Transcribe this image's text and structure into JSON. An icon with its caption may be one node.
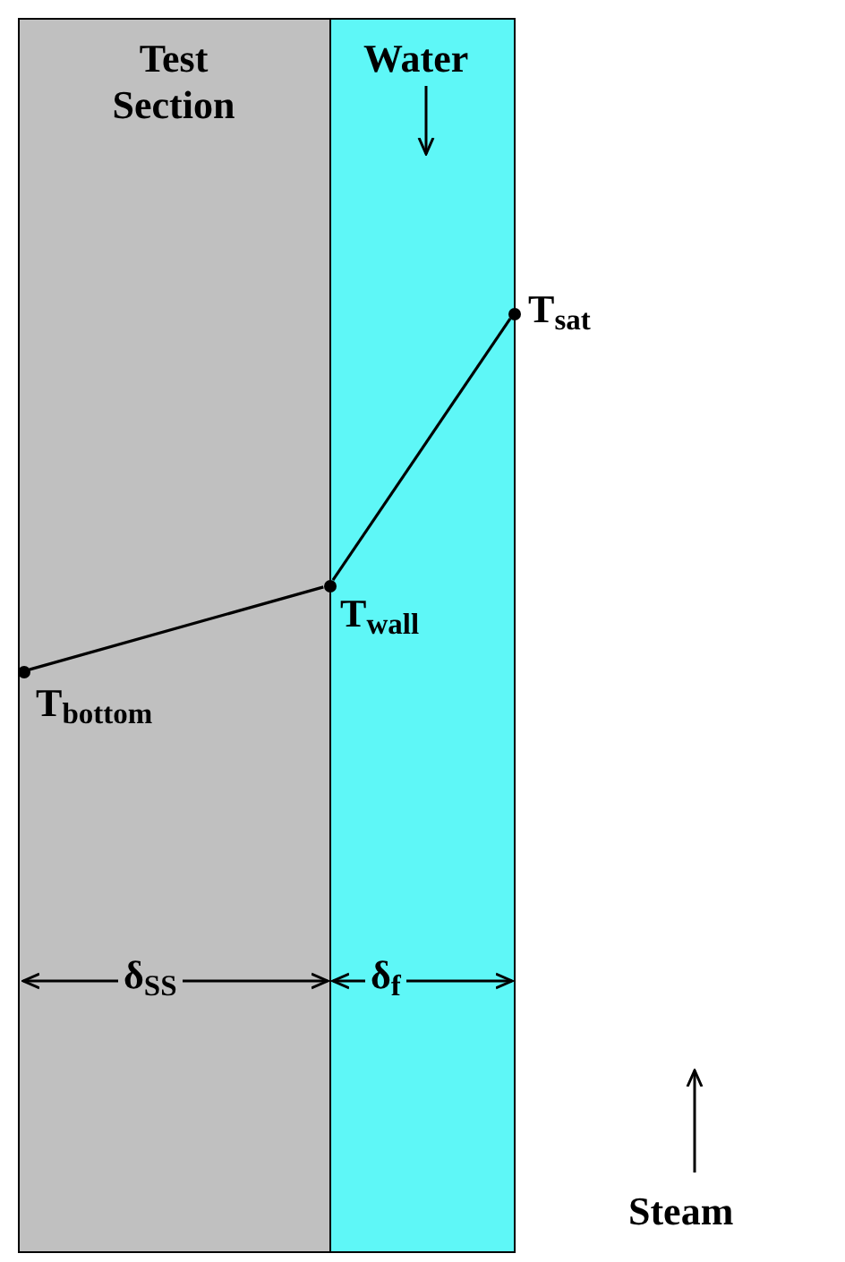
{
  "diagram": {
    "nodes": [
      {
        "text": [],
        "shape": "circle",
        "beside": [
          "T$_{bottom}$"
        ]
      },
      {
        "text": [],
        "shape": "circle",
        "beside": [
          "T$_{wall}$"
        ]
      },
      {
        "text": [],
        "shape": "circle",
        "beside": [
          "T$_{sat}$"
        ]
      }
    ],
    "edges": [
      {
        "from": 0,
        "to": 1,
        "arrow": "none"
      },
      {
        "from": 1,
        "to": 2,
        "arrow": "none"
      }
    ],
    "labels": [
      "Test Section",
      "Water",
      "δ$_{SS}$",
      "δ$_{f}$",
      "Steam"
    ]
  }
}
